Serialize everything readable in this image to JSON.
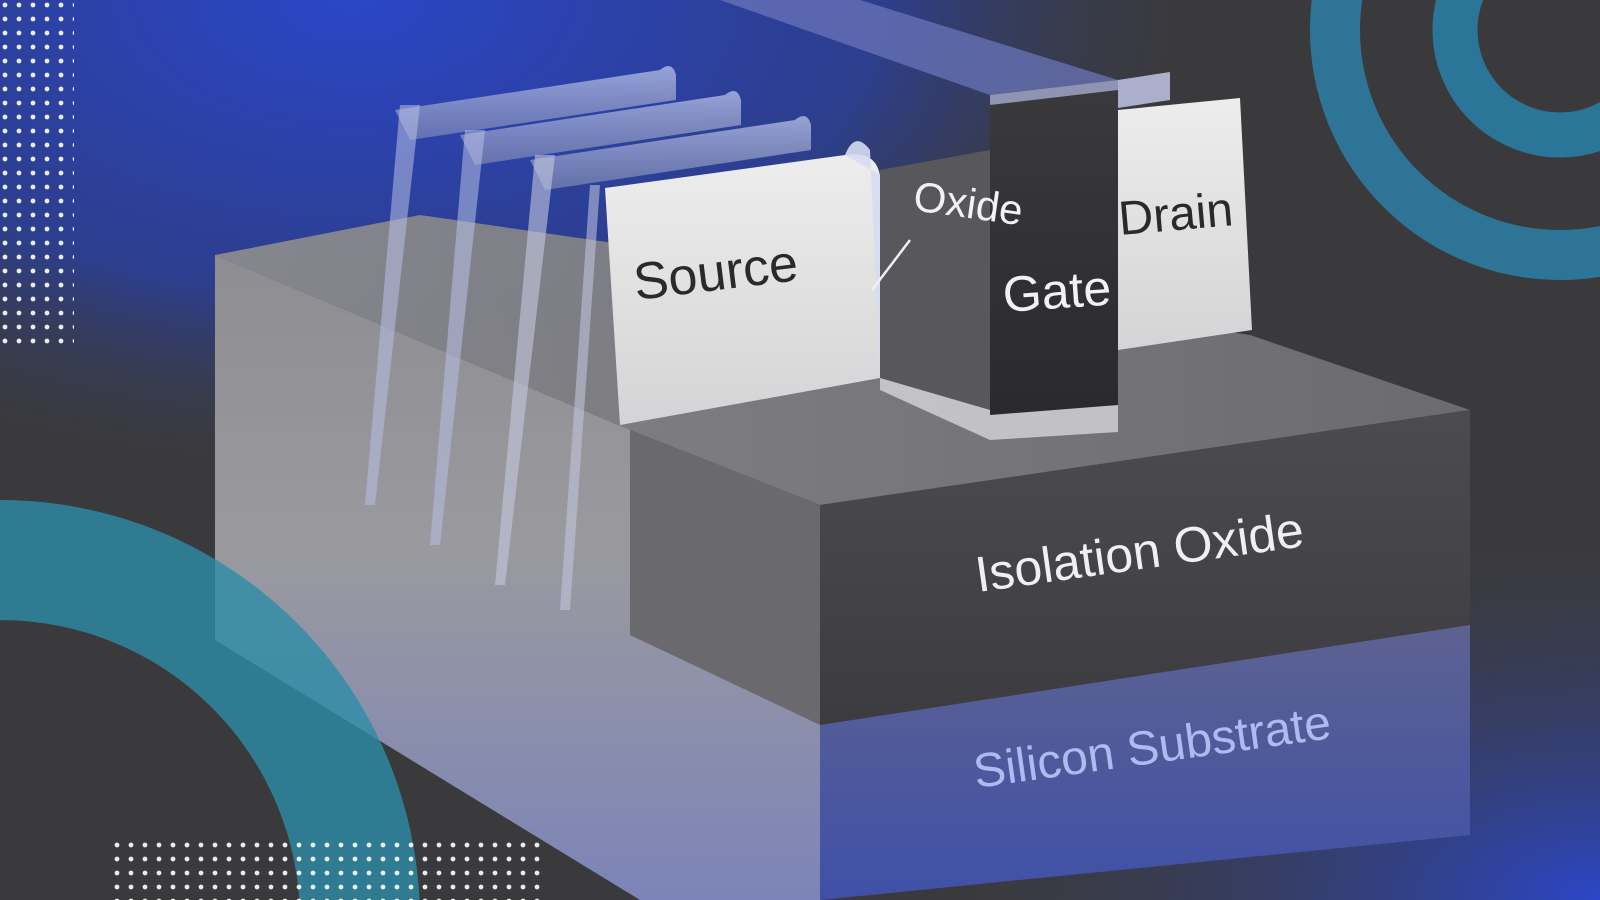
{
  "colors": {
    "background": "#3a3a3c",
    "blue_glow": "#2a45c4",
    "teal_ring": "#2d8ca6",
    "label_dark": "#2a2a2c",
    "label_light": "#f2f2f2",
    "substrate_label": "#aebaf0"
  },
  "labels": {
    "source": "Source",
    "oxide": "Oxide",
    "gate": "Gate",
    "drain": "Drain",
    "isolation_oxide": "Isolation Oxide",
    "silicon_substrate": "Silicon Substrate"
  },
  "decorations": {
    "dot_pattern_top_left": "dot-grid",
    "dot_pattern_bottom": "dot-grid",
    "ring_top_right": "concentric-ring",
    "ring_bottom_left": "quarter-ring"
  }
}
